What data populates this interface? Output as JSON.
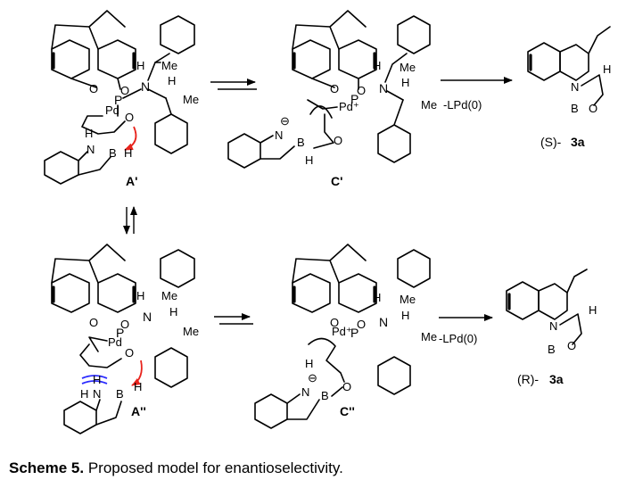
{
  "caption": {
    "label": "Scheme 5.",
    "text": " Proposed model for enantioselectivity."
  },
  "labels": {
    "A1": "A'",
    "C1": "C'",
    "A2": "A''",
    "C2": "C''",
    "prodS_pre": "(S)-",
    "prodS_num": "3a",
    "prodR_pre": "(R)-",
    "prodR_num": "3a",
    "step1": "-LPd(0)",
    "step2": "-LPd(0)"
  },
  "atoms": {
    "O": "O",
    "P": "P",
    "N": "N",
    "Pd": "Pd",
    "Pd_plus": "Pd⁺",
    "B": "B",
    "H": "H",
    "Me": "Me",
    "minus": "⊖"
  },
  "colors": {
    "red_arrow": "#e8241d",
    "blue_bond": "#2a2aff"
  }
}
